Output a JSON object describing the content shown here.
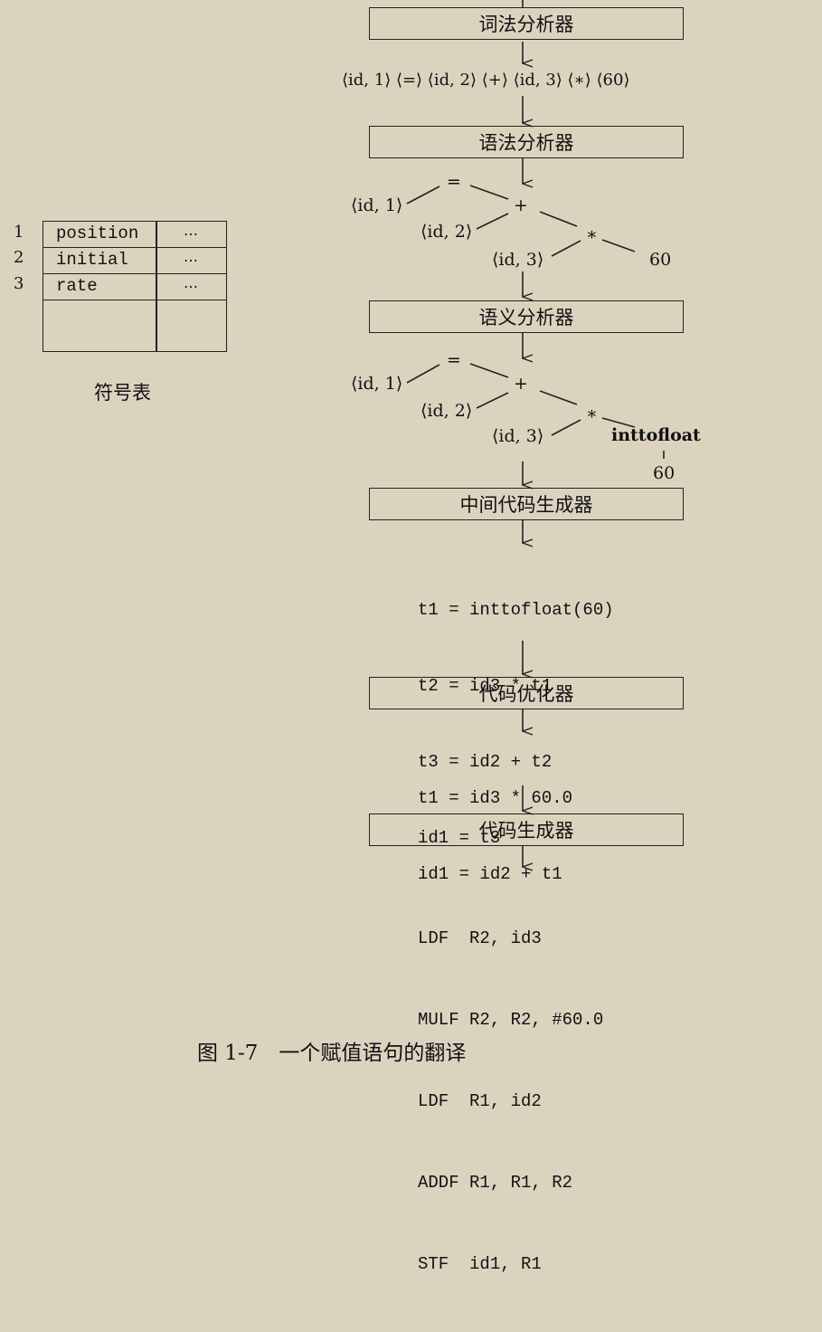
{
  "stages": [
    {
      "label": "词法分析器"
    },
    {
      "label": "语法分析器"
    },
    {
      "label": "语义分析器"
    },
    {
      "label": "中间代码生成器"
    },
    {
      "label": "代码优化器"
    },
    {
      "label": "代码生成器"
    }
  ],
  "token_stream": "⟨id, 1⟩ ⟨=⟩ ⟨id, 2⟩ ⟨+⟩ ⟨id, 3⟩ ⟨∗⟩ ⟨60⟩",
  "syntax_tree": {
    "root": "=",
    "id1": "⟨id, 1⟩",
    "plus": "+",
    "id2": "⟨id, 2⟩",
    "mul": "∗",
    "id3": "⟨id, 3⟩",
    "num": "60"
  },
  "semantic_tree": {
    "root": "=",
    "id1": "⟨id, 1⟩",
    "plus": "+",
    "id2": "⟨id, 2⟩",
    "mul": "∗",
    "id3": "⟨id, 3⟩",
    "conv": "inttofloat",
    "num": "60"
  },
  "intermediate_code": [
    "t1 = inttofloat(60)",
    "t2 = id3 * t1",
    "t3 = id2 + t2",
    "id1 = t3"
  ],
  "optimized_code": [
    "t1 = id3 * 60.0",
    "id1 = id2 + t1"
  ],
  "target_code": [
    "LDF  R2, id3",
    "MULF R2, R2, #60.0",
    "LDF  R1, id2",
    "ADDF R1, R1, R2",
    "STF  id1, R1"
  ],
  "symbol_table": {
    "rows": [
      {
        "num": "1",
        "name": "position",
        "attr": "…"
      },
      {
        "num": "2",
        "name": "initial",
        "attr": "…"
      },
      {
        "num": "3",
        "name": "rate",
        "attr": "…"
      }
    ],
    "caption": "符号表"
  },
  "figure_caption": "图 1-7　一个赋值语句的翻译"
}
